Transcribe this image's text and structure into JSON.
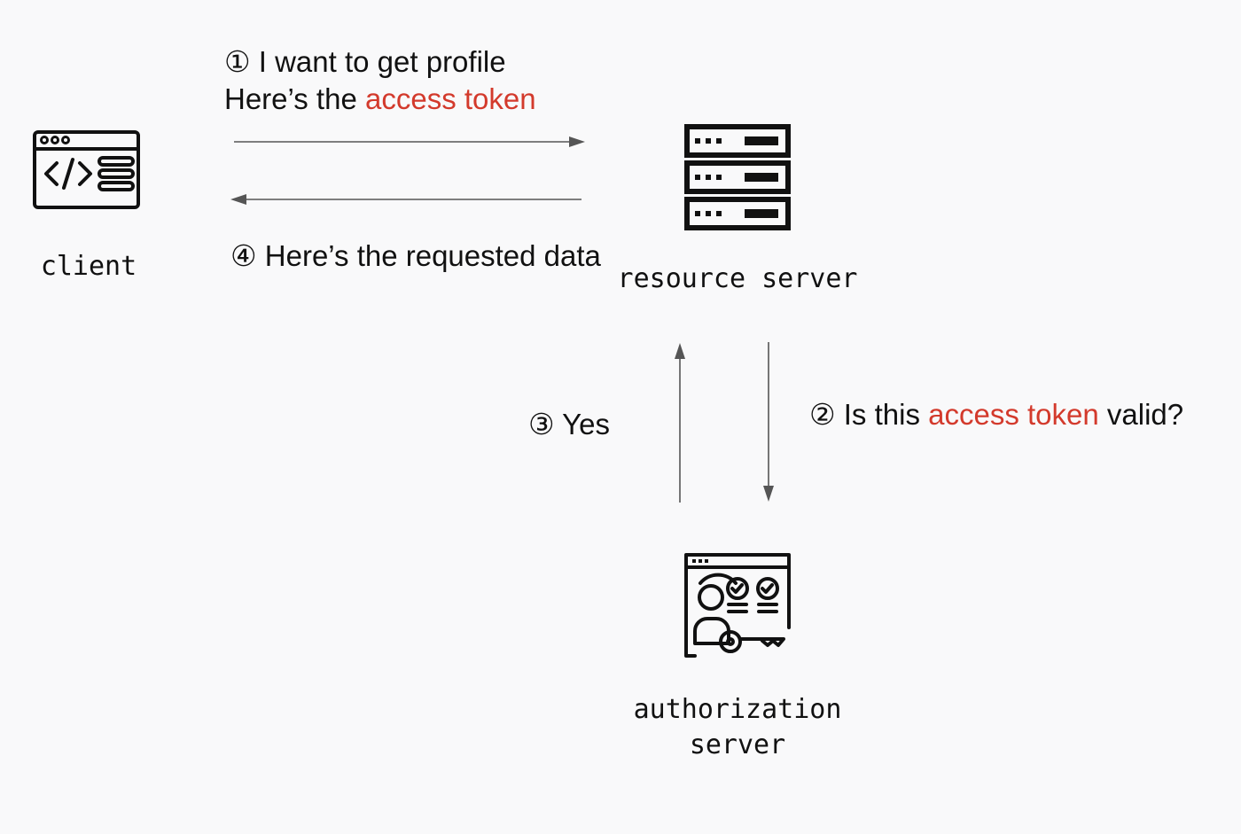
{
  "client": {
    "label": "client",
    "icon": "code-window-icon"
  },
  "resource_server": {
    "label": "resource server",
    "icon": "server-rack-icon"
  },
  "authorization_server": {
    "label_line1": "authorization",
    "label_line2": "server",
    "icon": "identity-verification-icon"
  },
  "step1": {
    "num": "①",
    "line1": "I want to get profile",
    "line2_prefix": "Here’s the ",
    "line2_highlight": "access token"
  },
  "step2": {
    "num": "②",
    "prefix": "Is this ",
    "highlight": "access token",
    "suffix": " valid?"
  },
  "step3": {
    "num": "③",
    "text": "Yes"
  },
  "step4": {
    "num": "④",
    "text": "Here’s the requested data"
  },
  "colors": {
    "highlight": "#d33a2c",
    "arrow": "#555555",
    "ink": "#111111"
  }
}
